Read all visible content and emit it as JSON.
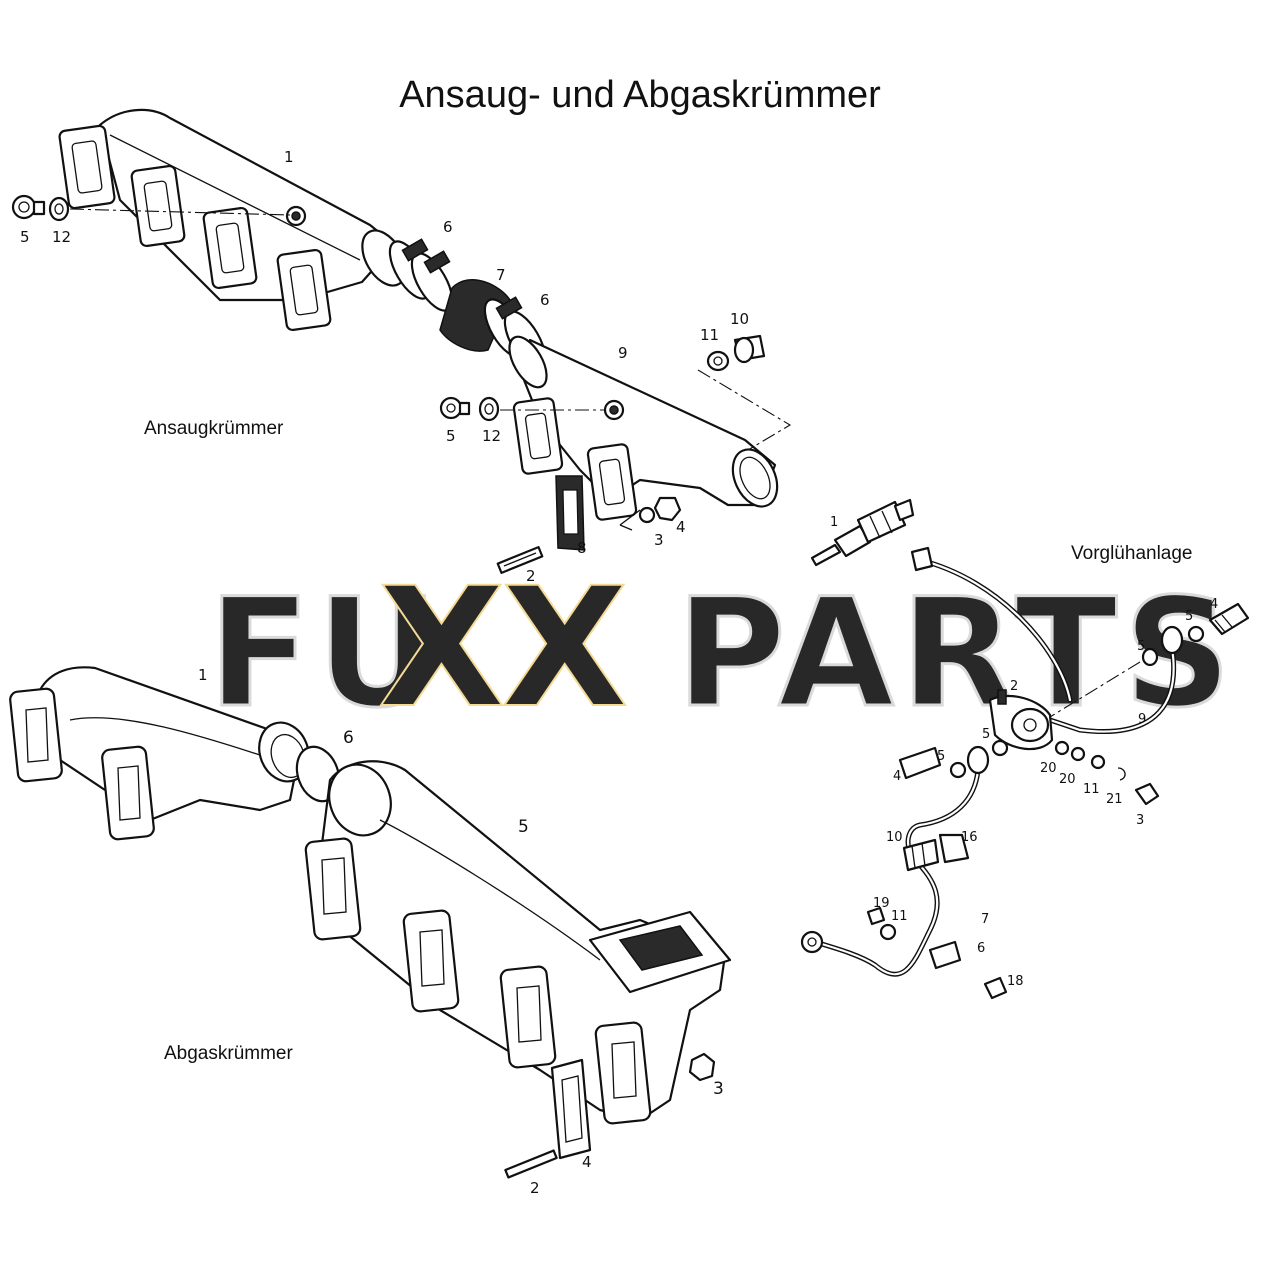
{
  "title": "Ansaug- und Abgaskrümmer",
  "sections": {
    "intake": "Ansaugkrümmer",
    "exhaust": "Abgaskrümmer",
    "glow": "Vorglühanlage"
  },
  "watermark": {
    "part1": "FU",
    "part2": "XX",
    "part3": "PARTS",
    "accent_color": "#f5d78a",
    "gray_color": "#d6d6d6"
  },
  "callouts": {
    "intake": [
      "1",
      "5",
      "12",
      "6",
      "7",
      "6",
      "9",
      "11",
      "10",
      "5",
      "12",
      "8",
      "3",
      "4",
      "2"
    ],
    "exhaust": [
      "1",
      "6",
      "5",
      "3",
      "4",
      "2"
    ],
    "glow": [
      "1",
      "4",
      "5",
      "5",
      "2",
      "9",
      "5",
      "5",
      "4",
      "20",
      "20",
      "11",
      "21",
      "3",
      "10",
      "16",
      "19",
      "11",
      "7",
      "6",
      "18"
    ]
  }
}
